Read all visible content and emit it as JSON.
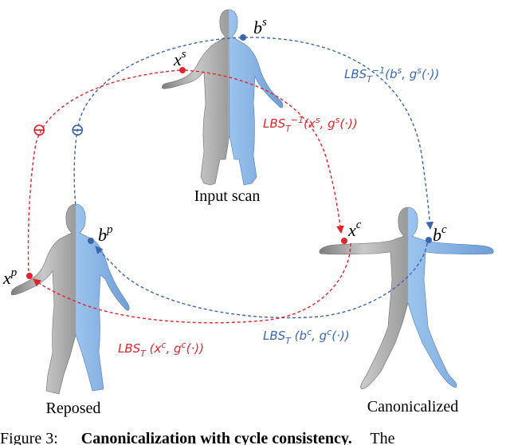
{
  "colors": {
    "red": "#e0262a",
    "blue": "#3a66b0",
    "skin_blue": "#85b3e3",
    "gray": "#9a9a9a"
  },
  "figures": {
    "input_scan": "Input scan",
    "reposed": "Reposed",
    "canonicalized": "Canonicalized"
  },
  "points": {
    "xs_base": "x",
    "xs_sup": "s",
    "bs_base": "b",
    "bs_sup": "s",
    "xc_base": "x",
    "xc_sup": "c",
    "bc_base": "b",
    "bc_sup": "c",
    "xp_base": "x",
    "xp_sup": "p",
    "bp_base": "b",
    "bp_sup": "p"
  },
  "labels": {
    "lbs_inv_blue": "LBS",
    "lbs_inv_blue_sub": "T",
    "lbs_inv_blue_sup": "−1",
    "lbs_inv_blue_args": "(b",
    "lbs_inv_blue_args_sup": "s",
    "lbs_inv_blue_tail": ", g",
    "lbs_inv_blue_tail_sup": "s",
    "lbs_inv_blue_end": "(·))",
    "lbs_inv_red": "LBS",
    "lbs_inv_red_sub": "T",
    "lbs_inv_red_sup": "−1",
    "lbs_inv_red_args": "(x",
    "lbs_inv_red_args_sup": "s",
    "lbs_inv_red_tail": ", g",
    "lbs_inv_red_tail_sup": "s",
    "lbs_inv_red_end": "(·))",
    "lbs_red": "LBS",
    "lbs_red_sub": "T",
    "lbs_red_args": " (x",
    "lbs_red_args_sup": "c",
    "lbs_red_tail": ", g",
    "lbs_red_tail_sup": "c",
    "lbs_red_end": "(·))",
    "lbs_blue": "LBS",
    "lbs_blue_sub": "T",
    "lbs_blue_args": " (b",
    "lbs_blue_args_sup": "c",
    "lbs_blue_tail": ", g",
    "lbs_blue_tail_sup": "c",
    "lbs_blue_end": "(·))"
  },
  "minus_symbol": "⊖",
  "caption": {
    "prefix": "Figure 3:",
    "bold": "Canonicalization with cycle consistency.",
    "suffix": "The"
  }
}
